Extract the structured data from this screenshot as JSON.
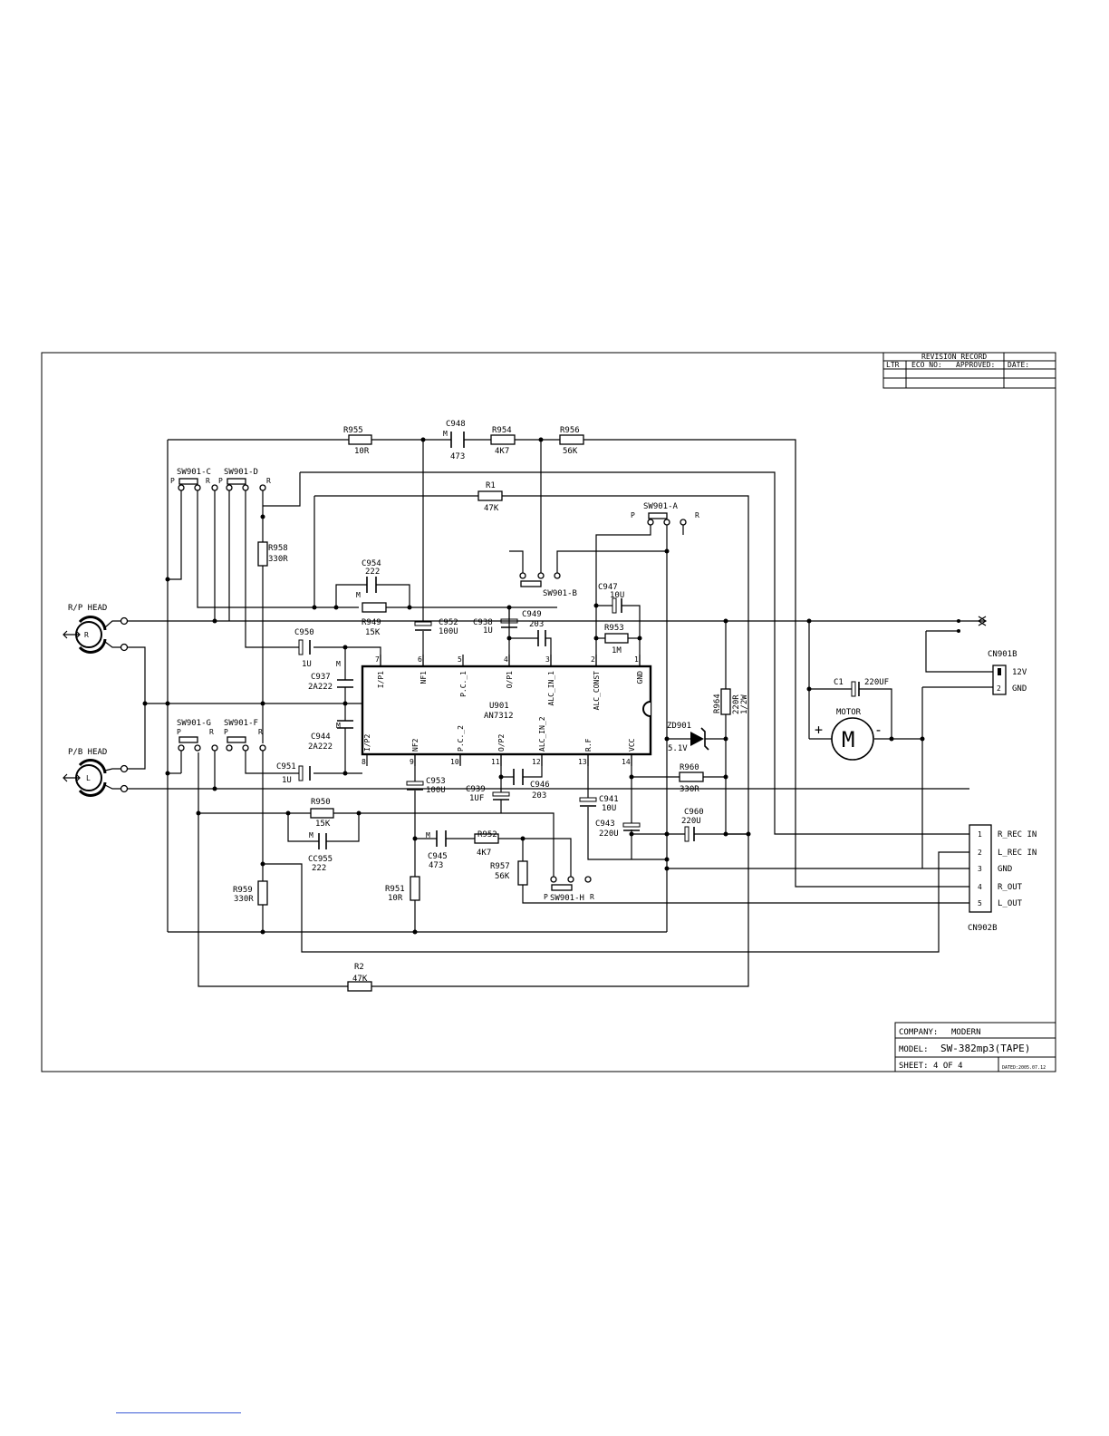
{
  "revision": {
    "title": "REVISION RECORD",
    "ltr": "LTR",
    "eco": "ECO NO:",
    "approved": "APPROVED:",
    "date": "DATE:"
  },
  "title_block": {
    "company_label": "COMPANY:",
    "company": "MODERN",
    "model_label": "MODEL:",
    "model": "SW-382mp3(TAPE)",
    "sheet_label": "SHEET:",
    "sheet": "4 OF 4",
    "dated_label": "DATED:",
    "dated": "2005.07.12"
  },
  "ic": {
    "ref": "U901",
    "part": "AN7312",
    "pins_top": [
      {
        "num": "7",
        "name": "I/P1"
      },
      {
        "num": "6",
        "name": "NF1"
      },
      {
        "num": "5",
        "name": "P.C._1"
      },
      {
        "num": "4",
        "name": "O/P1"
      },
      {
        "num": "3",
        "name": "ALC_IN_1"
      },
      {
        "num": "2",
        "name": "ALC_CONST"
      },
      {
        "num": "1",
        "name": "GND"
      }
    ],
    "pins_bottom": [
      {
        "num": "8",
        "name": "I/P2"
      },
      {
        "num": "9",
        "name": "NF2"
      },
      {
        "num": "10",
        "name": "P.C._2"
      },
      {
        "num": "11",
        "name": "O/P2"
      },
      {
        "num": "12",
        "name": "ALC_IN_2"
      },
      {
        "num": "13",
        "name": "R.F"
      },
      {
        "num": "14",
        "name": "VCC"
      }
    ]
  },
  "components": {
    "R955": {
      "ref": "R955",
      "value": "10R"
    },
    "C948": {
      "ref": "C948",
      "value": "473",
      "mark": "M"
    },
    "R954": {
      "ref": "R954",
      "value": "4K7"
    },
    "R956": {
      "ref": "R956",
      "value": "56K"
    },
    "R1": {
      "ref": "R1",
      "value": "47K"
    },
    "R958": {
      "ref": "R958",
      "value": "330R"
    },
    "C954": {
      "ref": "C954",
      "value": "222",
      "mark": "M"
    },
    "R949": {
      "ref": "R949",
      "value": "15K"
    },
    "C952": {
      "ref": "C952",
      "value": "100U"
    },
    "C938": {
      "ref": "C938",
      "value": "1U"
    },
    "C949": {
      "ref": "C949",
      "value": "203"
    },
    "C947": {
      "ref": "C947",
      "value": "10U"
    },
    "R953": {
      "ref": "R953",
      "value": "1M"
    },
    "C950": {
      "ref": "C950",
      "value": "1U"
    },
    "C937": {
      "ref": "C937",
      "value": "2A222",
      "mark": "M"
    },
    "C944": {
      "ref": "C944",
      "value": "2A222",
      "mark": "M"
    },
    "C951": {
      "ref": "C951",
      "value": "1U"
    },
    "R950": {
      "ref": "R950",
      "value": "15K"
    },
    "CC955": {
      "ref": "CC955",
      "value": "222",
      "mark": "M"
    },
    "C953": {
      "ref": "C953",
      "value": "100U"
    },
    "C939": {
      "ref": "C939",
      "value": "1UF"
    },
    "C946": {
      "ref": "C946",
      "value": "203"
    },
    "C941": {
      "ref": "C941",
      "value": "10U"
    },
    "C943": {
      "ref": "C943",
      "value": "220U"
    },
    "C945": {
      "ref": "C945",
      "value": "473",
      "mark": "M"
    },
    "R952": {
      "ref": "R952",
      "value": "4K7"
    },
    "R957": {
      "ref": "R957",
      "value": "56K"
    },
    "R951": {
      "ref": "R951",
      "value": "10R"
    },
    "R959": {
      "ref": "R959",
      "value": "330R"
    },
    "R2": {
      "ref": "R2",
      "value": "47K"
    },
    "R960": {
      "ref": "R960",
      "value": "330R"
    },
    "C960": {
      "ref": "C960",
      "value": "220U"
    },
    "R964": {
      "ref": "R964",
      "value": "220R",
      "rating": "1/2W"
    },
    "ZD901": {
      "ref": "ZD901",
      "value": "5.1V"
    },
    "C1": {
      "ref": "C1",
      "value": "220UF"
    }
  },
  "switches": {
    "SW901_A": "SW901-A",
    "SW901_B": "SW901-B",
    "SW901_C": "SW901-C",
    "SW901_D": "SW901-D",
    "SW901_F": "SW901-F",
    "SW901_G": "SW901-G",
    "SW901_H": "SW901-H",
    "P": "P",
    "R": "R"
  },
  "heads": {
    "rp": "R/P HEAD",
    "rp_channel": "R",
    "pb": "P/B HEAD",
    "pb_channel": "L"
  },
  "motor": {
    "label": "MOTOR",
    "symbol": "M",
    "plus": "+",
    "minus": "-"
  },
  "cn901b": {
    "ref": "CN901B",
    "pins": [
      {
        "num": "1",
        "name": "12V"
      },
      {
        "num": "2",
        "name": "GND"
      }
    ]
  },
  "cn902b": {
    "ref": "CN902B",
    "pins": [
      {
        "num": "1",
        "name": "R_REC IN"
      },
      {
        "num": "2",
        "name": "L_REC IN"
      },
      {
        "num": "3",
        "name": "GND"
      },
      {
        "num": "4",
        "name": "R_OUT"
      },
      {
        "num": "5",
        "name": "L_OUT"
      }
    ]
  }
}
